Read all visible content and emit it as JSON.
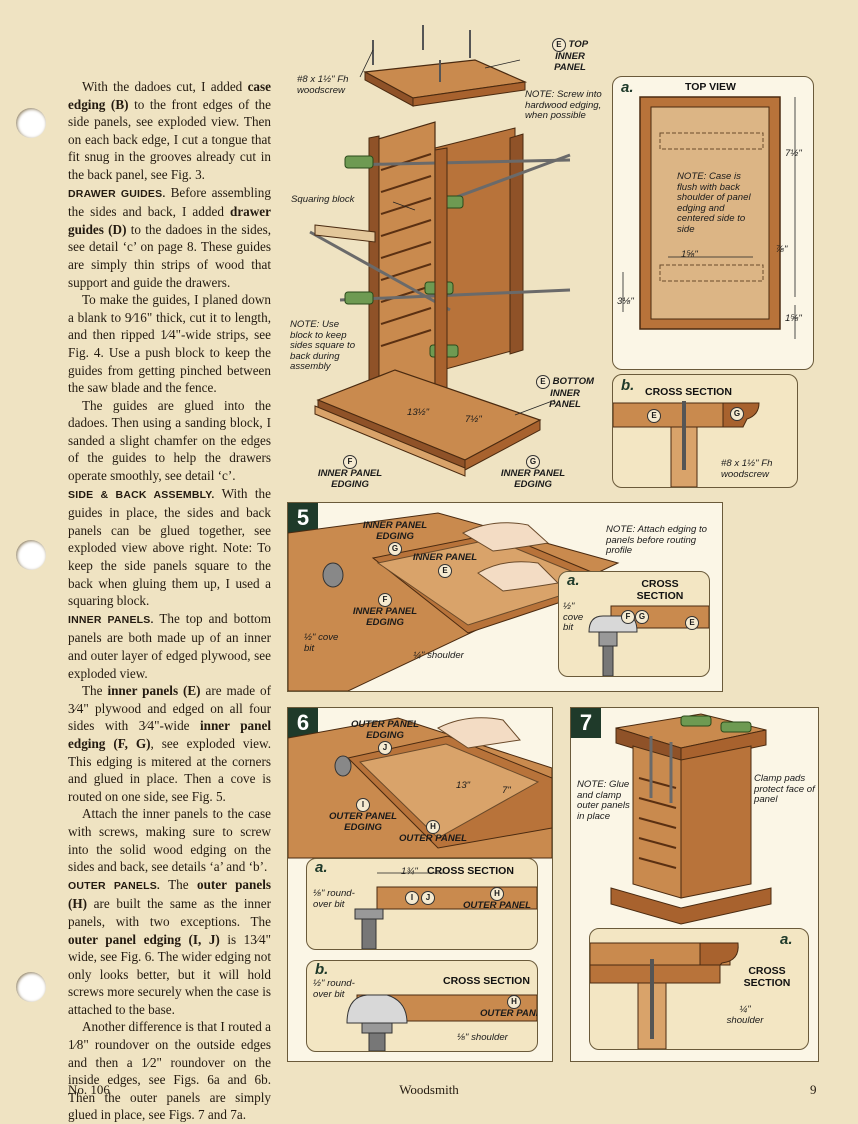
{
  "paragraphs": {
    "p1_a": "With the dadoes cut, I added ",
    "p1_b": "case edging (B)",
    "p1_c": " to the front edges of the side panels, see exploded view. Then on each back edge, I cut a tongue that fit snug in the grooves already cut in the back panel, see Fig. 3.",
    "p2_head": "Drawer Guides.",
    "p2_a": " Before assembling the sides and back, I added ",
    "p2_b": "drawer guides (D)",
    "p2_c": " to the dadoes in the sides, see detail ‘c’ on page 8. These guides are simply thin strips of wood that support and guide the drawers.",
    "p3": "To make the guides, I planed down a blank to 9⁄16\" thick, cut it to length, and then ripped 1⁄4\"-wide strips, see Fig. 4. Use a push block to keep the guides from getting pinched between the saw blade and the fence.",
    "p4": "The guides are glued into the dadoes. Then using a sanding block, I sanded a slight chamfer on the edges of the guides to help the drawers operate smoothly, see detail ‘c’.",
    "p5_head": "Side & Back Assembly.",
    "p5_a": " With the guides in place, the sides and back panels can be glued together, see exploded view above right. Note: To keep the side panels square to the back when gluing them up, I used a squaring block.",
    "p6_head": "Inner Panels.",
    "p6_a": " The top and bottom panels are both made up of an inner and outer layer of edged plywood, see exploded view.",
    "p7_a": "The ",
    "p7_b": "inner panels (E)",
    "p7_c": " are made of 3⁄4\" plywood and edged on all four sides with 3⁄4\"-wide ",
    "p7_d": "inner panel edging (F, G)",
    "p7_e": ", see exploded view. This edging is mitered at the corners and glued in place. Then a cove is routed on one side, see Fig. 5.",
    "p8": "Attach the inner panels to the case with screws, making sure to screw into the solid wood edging on the sides and back, see details ‘a’ and ‘b’.",
    "p9_head": "Outer Panels.",
    "p9_a": " The ",
    "p9_b": "outer panels (H)",
    "p9_c": " are built the same as the inner panels, with two exceptions. The ",
    "p9_d": "outer panel edging (I, J)",
    "p9_e": " is 13⁄4\" wide, see Fig. 6. The wider edging not only looks better, but it will hold screws more securely when the case is attached to the base.",
    "p10": "Another difference is that I routed a 1⁄8\" roundover on the outside edges and then a 1⁄2\" roundover on the inside edges, see Figs. 6a and 6b. Then the outer panels are simply glued in place, see Figs. 7 and 7a."
  },
  "exploded": {
    "screw": "#8 x 1½\" Fh woodscrew",
    "top_inner_panel": "TOP INNER PANEL",
    "top_letter": "E",
    "note_screw": "NOTE: Screw into hardwood edging, when possible",
    "squaring_block": "Squaring block",
    "note_block": "NOTE: Use block to keep sides square to back during assembly",
    "bottom_inner_panel": "BOTTOM INNER PANEL",
    "bottom_letter": "E",
    "dim_a": "13½\"",
    "dim_b": "7½\"",
    "edging_f": "INNER PANEL EDGING",
    "letter_f": "F",
    "edging_g": "INNER PANEL EDGING",
    "letter_g": "G"
  },
  "detail_a": {
    "letter": "a.",
    "title": "TOP VIEW",
    "note": "NOTE: Case is flush with back shoulder of panel edging and centered side to side",
    "dim_1": "7½\"",
    "dim_2": "1⅝\"",
    "dim_3": "⅞\"",
    "dim_4": "3⅛\"",
    "dim_5": "1⅝\""
  },
  "detail_b": {
    "letter": "b.",
    "title": "CROSS SECTION",
    "screw": "#8 x 1½\" Fh woodscrew",
    "letter_e": "E",
    "letter_g": "G"
  },
  "fig5": {
    "number": "5",
    "edging_g": "INNER PANEL EDGING",
    "letter_g": "G",
    "inner_panel": "INNER PANEL",
    "letter_e": "E",
    "edging_f": "INNER PANEL EDGING",
    "letter_f": "F",
    "bit": "½\" cove bit",
    "shoulder": "¼\" shoulder",
    "note": "NOTE: Attach edging to panels before routing profile",
    "inset_letter": "a.",
    "inset_title": "CROSS SECTION",
    "inset_bit": "½\" cove bit",
    "inset_letters": [
      "F",
      "G",
      "E"
    ]
  },
  "fig6": {
    "number": "6",
    "edging_j": "OUTER PANEL EDGING",
    "letter_j": "J",
    "edging_i": "OUTER PANEL EDGING",
    "letter_i": "I",
    "outer_panel": "OUTER PANEL",
    "letter_h": "H",
    "dim_13": "13\"",
    "dim_7": "7\"",
    "a_letter": "a.",
    "a_bit": "⅛\" round-over bit",
    "a_dim": "1¾\"",
    "a_title": "CROSS SECTION",
    "a_letters": [
      "I",
      "J"
    ],
    "a_panel": "OUTER PANEL",
    "a_panel_letter": "H",
    "b_letter": "b.",
    "b_bit": "½\" round-over bit",
    "b_title": "CROSS SECTION",
    "b_panel": "OUTER PANEL",
    "b_panel_letter": "H",
    "b_shoulder": "⅛\" shoulder"
  },
  "fig7": {
    "number": "7",
    "note": "NOTE: Glue and clamp outer panels in place",
    "clamp": "Clamp pads protect face of panel",
    "a_letter": "a.",
    "a_title": "CROSS SECTION",
    "a_shoulder": "¼\" shoulder"
  },
  "footer": {
    "issue": "No. 106",
    "magazine": "Woodsmith",
    "page": "9"
  },
  "colors": {
    "page": "#efe3c2",
    "wood": "#b8733a",
    "wood_dark": "#7a4520",
    "fig_bg": "#fbf6e6",
    "badge": "#1f3a2a"
  }
}
